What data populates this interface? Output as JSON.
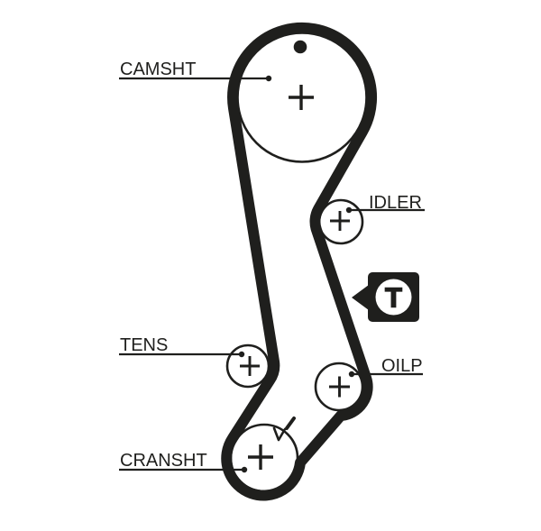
{
  "diagram": {
    "kind": "timing-belt-routing",
    "colors": {
      "background": "#ffffff",
      "ink": "#1f1f1d",
      "marker_fill": "#1f1f1d",
      "marker_circle": "#ffffff"
    },
    "labels": {
      "camshaft": "CAMSHT",
      "idler": "IDLER",
      "tensioner": "TENS",
      "oil_pump": "OILP",
      "crankshaft": "CRANSHT"
    },
    "marker": {
      "letter": "T"
    }
  }
}
